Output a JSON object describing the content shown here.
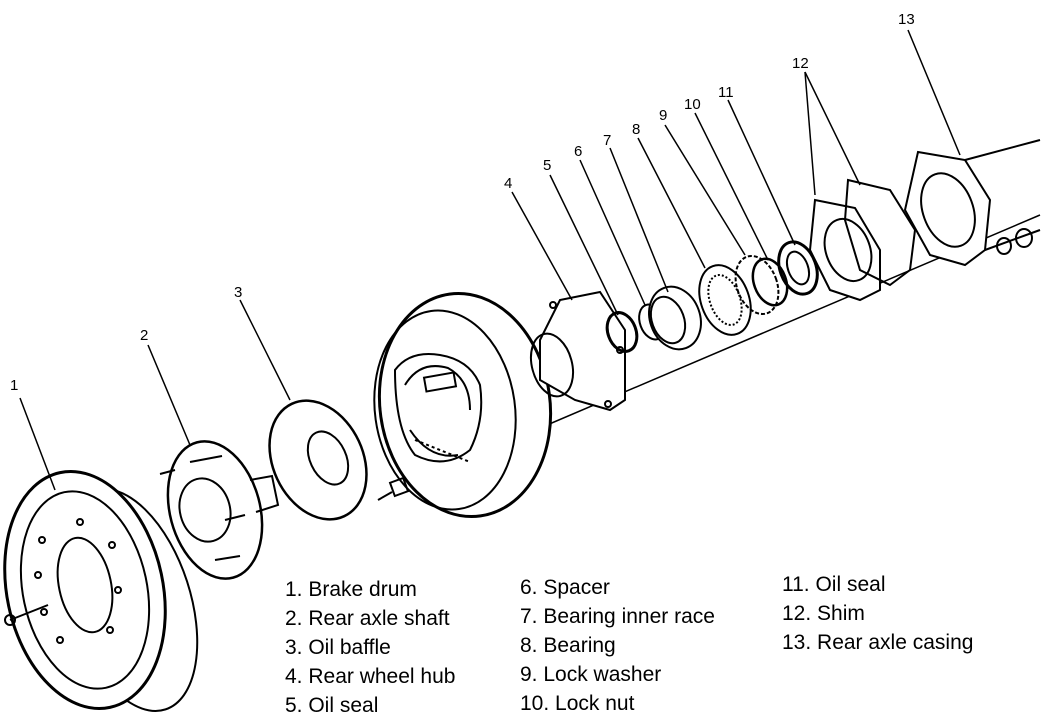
{
  "callouts": [
    "1",
    "2",
    "3",
    "4",
    "5",
    "6",
    "7",
    "8",
    "9",
    "10",
    "11",
    "12",
    "13"
  ],
  "legend": {
    "col1": [
      "1. Brake drum",
      "2. Rear axle shaft",
      "3. Oil baffle",
      "4. Rear wheel hub",
      "5. Oil seal"
    ],
    "col2": [
      "6. Spacer",
      "7. Bearing inner race",
      "8. Bearing",
      "9. Lock washer",
      "10. Lock nut"
    ],
    "col3": [
      "11. Oil seal",
      "12. Shim",
      "13. Rear axle casing"
    ]
  }
}
